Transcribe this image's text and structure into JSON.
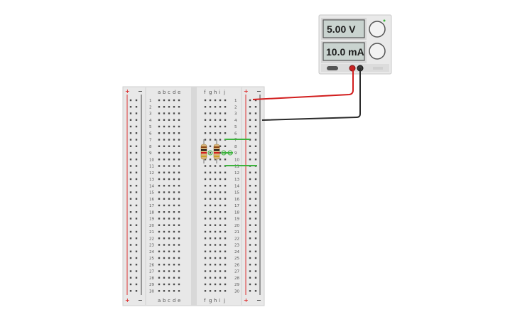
{
  "power_supply": {
    "voltage_display": "5.00 V",
    "current_display": "10.0 mA",
    "voltage_knob_icon": "knob-icon",
    "current_knob_icon": "knob-icon"
  },
  "breadboard": {
    "columns_left": [
      "a",
      "b",
      "c",
      "d",
      "e"
    ],
    "columns_right": [
      "f",
      "g",
      "h",
      "i",
      "j"
    ],
    "rows": [
      "1",
      "2",
      "3",
      "4",
      "5",
      "6",
      "7",
      "8",
      "9",
      "10",
      "11",
      "12",
      "13",
      "14",
      "15",
      "16",
      "17",
      "18",
      "19",
      "20",
      "21",
      "22",
      "23",
      "24",
      "25",
      "26",
      "27",
      "28",
      "29",
      "30"
    ],
    "rail_plus": "+",
    "rail_minus": "−"
  },
  "colors": {
    "positive_wire": "#d21e1e",
    "negative_wire": "#2b2b2b",
    "jumper_wire": "#3db33d",
    "board": "#e8e8e8",
    "rail_red": "#d33",
    "rail_dark": "#444"
  }
}
